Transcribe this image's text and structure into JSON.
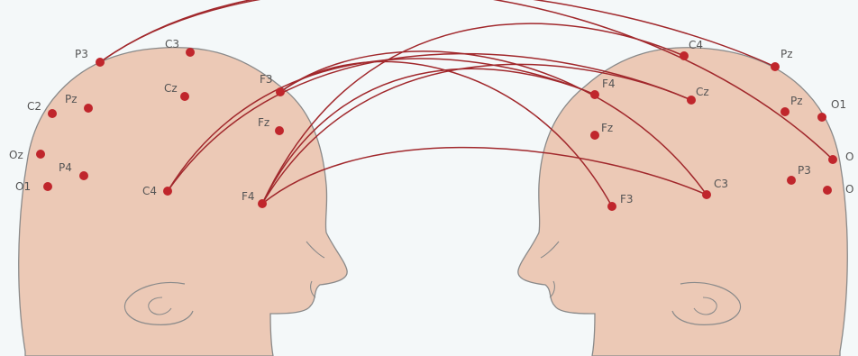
{
  "colors": {
    "background": "#f4f8f9",
    "skin": "#ecc9b6",
    "outline": "#8a8a8a",
    "electrode": "#c0262c",
    "connection": "#a1282c"
  },
  "left_head": {
    "electrodes": [
      {
        "id": "l-p3",
        "label": "P3"
      },
      {
        "id": "l-c3",
        "label": "C3"
      },
      {
        "id": "l-f3",
        "label": "F3"
      },
      {
        "id": "l-c2",
        "label": "C2"
      },
      {
        "id": "l-pz",
        "label": "Pz"
      },
      {
        "id": "l-cz",
        "label": "Cz"
      },
      {
        "id": "l-fz",
        "label": "Fz"
      },
      {
        "id": "l-oz",
        "label": "Oz"
      },
      {
        "id": "l-p4",
        "label": "P4"
      },
      {
        "id": "l-o1",
        "label": "O1"
      },
      {
        "id": "l-c4",
        "label": "C4"
      },
      {
        "id": "l-f4",
        "label": "F4"
      }
    ]
  },
  "right_head": {
    "electrodes": [
      {
        "id": "r-c4",
        "label": "C4"
      },
      {
        "id": "r-pz-top",
        "label": "Pz"
      },
      {
        "id": "r-f4",
        "label": "F4"
      },
      {
        "id": "r-cz",
        "label": "Cz"
      },
      {
        "id": "r-pz",
        "label": "Pz"
      },
      {
        "id": "r-o1",
        "label": "O1"
      },
      {
        "id": "r-fz",
        "label": "Fz"
      },
      {
        "id": "r-o-a",
        "label": "O"
      },
      {
        "id": "r-p3",
        "label": "P3"
      },
      {
        "id": "r-o-b",
        "label": "O"
      },
      {
        "id": "r-f3",
        "label": "F3"
      },
      {
        "id": "r-c3",
        "label": "C3"
      }
    ]
  },
  "connections": [
    {
      "from": "l-p3",
      "to": "r-pz-top"
    },
    {
      "from": "l-p3",
      "to": "r-o-a"
    },
    {
      "from": "l-f3",
      "to": "r-f3"
    },
    {
      "from": "l-f3",
      "to": "r-c3"
    },
    {
      "from": "l-c4",
      "to": "r-f4"
    },
    {
      "from": "l-c4",
      "to": "r-cz"
    },
    {
      "from": "l-f4",
      "to": "r-c4"
    },
    {
      "from": "l-f4",
      "to": "r-f4"
    },
    {
      "from": "l-f4",
      "to": "r-cz"
    },
    {
      "from": "l-f4",
      "to": "r-c3"
    }
  ]
}
